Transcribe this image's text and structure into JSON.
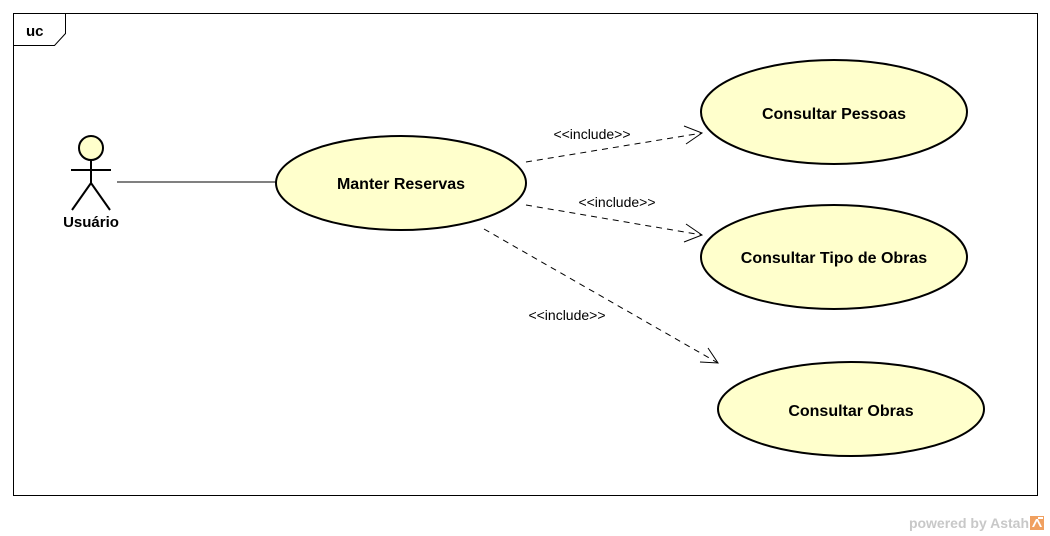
{
  "frame": {
    "label": "uc"
  },
  "actor": {
    "name": "Usuário"
  },
  "use_cases": [
    {
      "id": "manter",
      "label": "Manter Reservas"
    },
    {
      "id": "pessoas",
      "label": "Consultar Pessoas"
    },
    {
      "id": "tipo",
      "label": "Consultar Tipo de Obras"
    },
    {
      "id": "obras",
      "label": "Consultar Obras"
    }
  ],
  "relations": [
    {
      "label": "<<include>>"
    },
    {
      "label": "<<include>>"
    },
    {
      "label": "<<include>>"
    }
  ],
  "watermark": {
    "text": "powered by Astah"
  },
  "colors": {
    "use_case_fill": "#ffffcc",
    "actor_fill": "#ffffcc",
    "watermark_logo": "#f0a060"
  }
}
